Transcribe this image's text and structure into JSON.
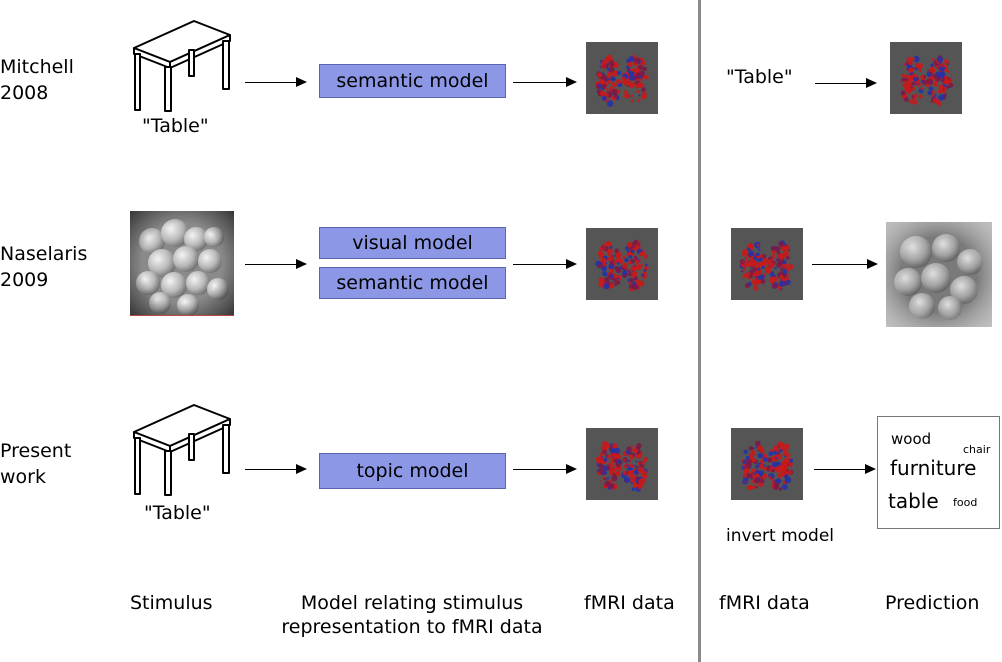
{
  "rows": [
    {
      "label_line1": "Mitchell",
      "label_line2": "2008"
    },
    {
      "label_line1": "Naselaris",
      "label_line2": "2009"
    },
    {
      "label_line1": "Present",
      "label_line2": "work"
    }
  ],
  "stimulus_captions": {
    "row1": "\"Table\"",
    "row3": "\"Table\""
  },
  "models": {
    "row1": [
      "semantic model"
    ],
    "row2": [
      "visual model",
      "semantic model"
    ],
    "row3": [
      "topic model"
    ]
  },
  "prediction_side": {
    "row1_word": "\"Table\"",
    "row3_note": "invert model"
  },
  "word_cloud": [
    {
      "text": "wood",
      "size": "large"
    },
    {
      "text": "chair",
      "size": "small"
    },
    {
      "text": "furniture",
      "size": "xlarge"
    },
    {
      "text": "table",
      "size": "xlarge"
    },
    {
      "text": "food",
      "size": "small"
    }
  ],
  "column_labels": {
    "stimulus": "Stimulus",
    "model_line1": "Model relating stimulus",
    "model_line2": "representation to fMRI data",
    "fmri": "fMRI data",
    "fmri_right": "fMRI data",
    "prediction": "Prediction"
  },
  "icons": [
    "table-drawing-icon",
    "grapes-photo-icon",
    "brain-fmri-icon",
    "reconstructed-image-icon"
  ],
  "colors": {
    "model_box": "#8c97e6",
    "divider": "#8a8a8a",
    "fmri_bg": "#555555"
  }
}
